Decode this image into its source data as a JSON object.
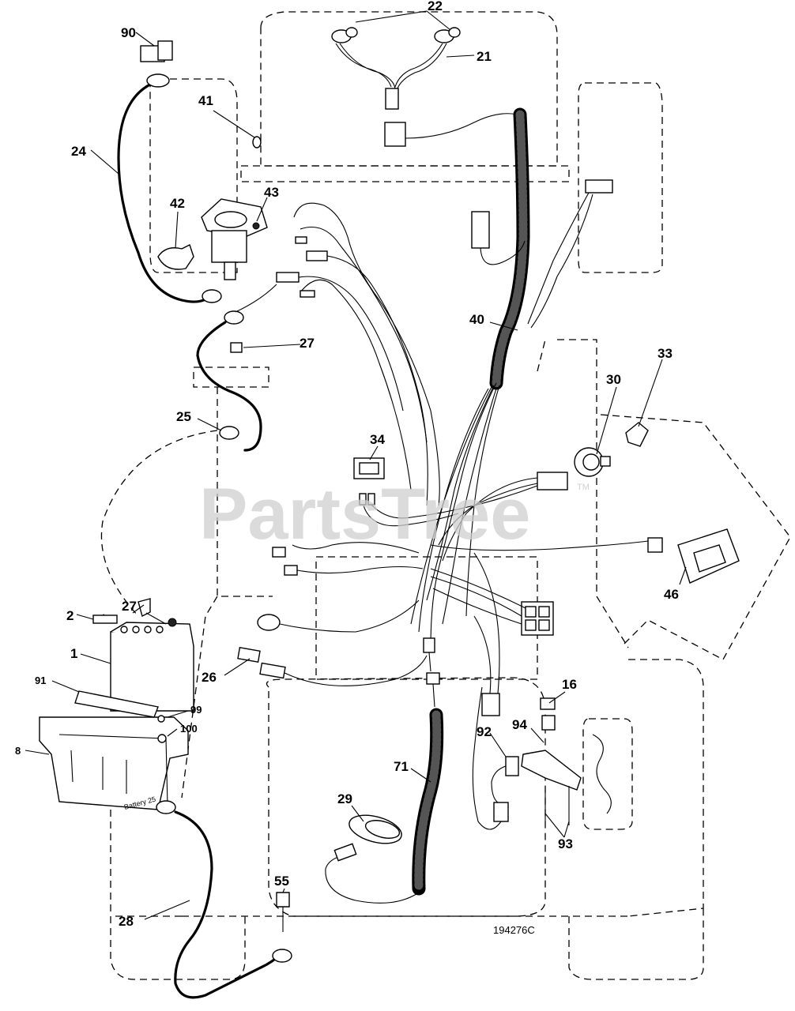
{
  "watermark": {
    "text": "PartsTree",
    "trademark": "TM"
  },
  "drawing_number": "194276C",
  "battery_box_print": "Battery 25",
  "callouts": {
    "c1": "1",
    "c2": "2",
    "c8": "8",
    "c16": "16",
    "c21": "21",
    "c22": "22",
    "c24": "24",
    "c25": "25",
    "c26": "26",
    "c27a": "27",
    "c27b": "27",
    "c28": "28",
    "c29": "29",
    "c30": "30",
    "c33": "33",
    "c34": "34",
    "c40": "40",
    "c41": "41",
    "c42": "42",
    "c43": "43",
    "c46": "46",
    "c55": "55",
    "c71": "71",
    "c90": "90",
    "c91": "91",
    "c92": "92",
    "c93": "93",
    "c94": "94",
    "c99": "99",
    "c100": "100"
  },
  "colors": {
    "line": "#000000",
    "watermark": "#cfcfcf",
    "background": "#ffffff"
  }
}
